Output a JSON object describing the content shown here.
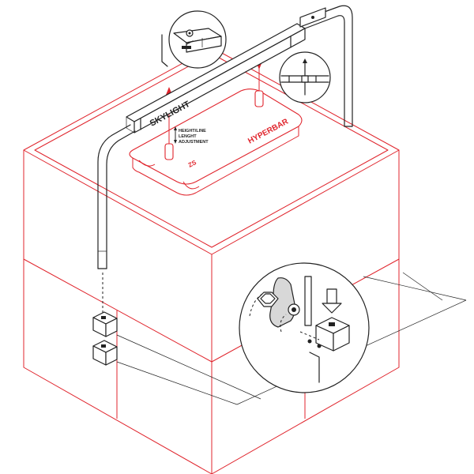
{
  "bar_brand": "SKYLIGHT",
  "light_brand": "HYPERBAR",
  "adjustment_label_line1": "HEIGHT/LINE",
  "adjustment_label_line2": "LENGHT",
  "adjustment_label_line3": "ADJUSTMENT",
  "colors": {
    "tank_outline": "#e0242c",
    "hardware_ink": "#222222"
  },
  "icons": [
    "hex-key-icon",
    "screw-icon",
    "nut-icon",
    "arrow-down-icon"
  ]
}
